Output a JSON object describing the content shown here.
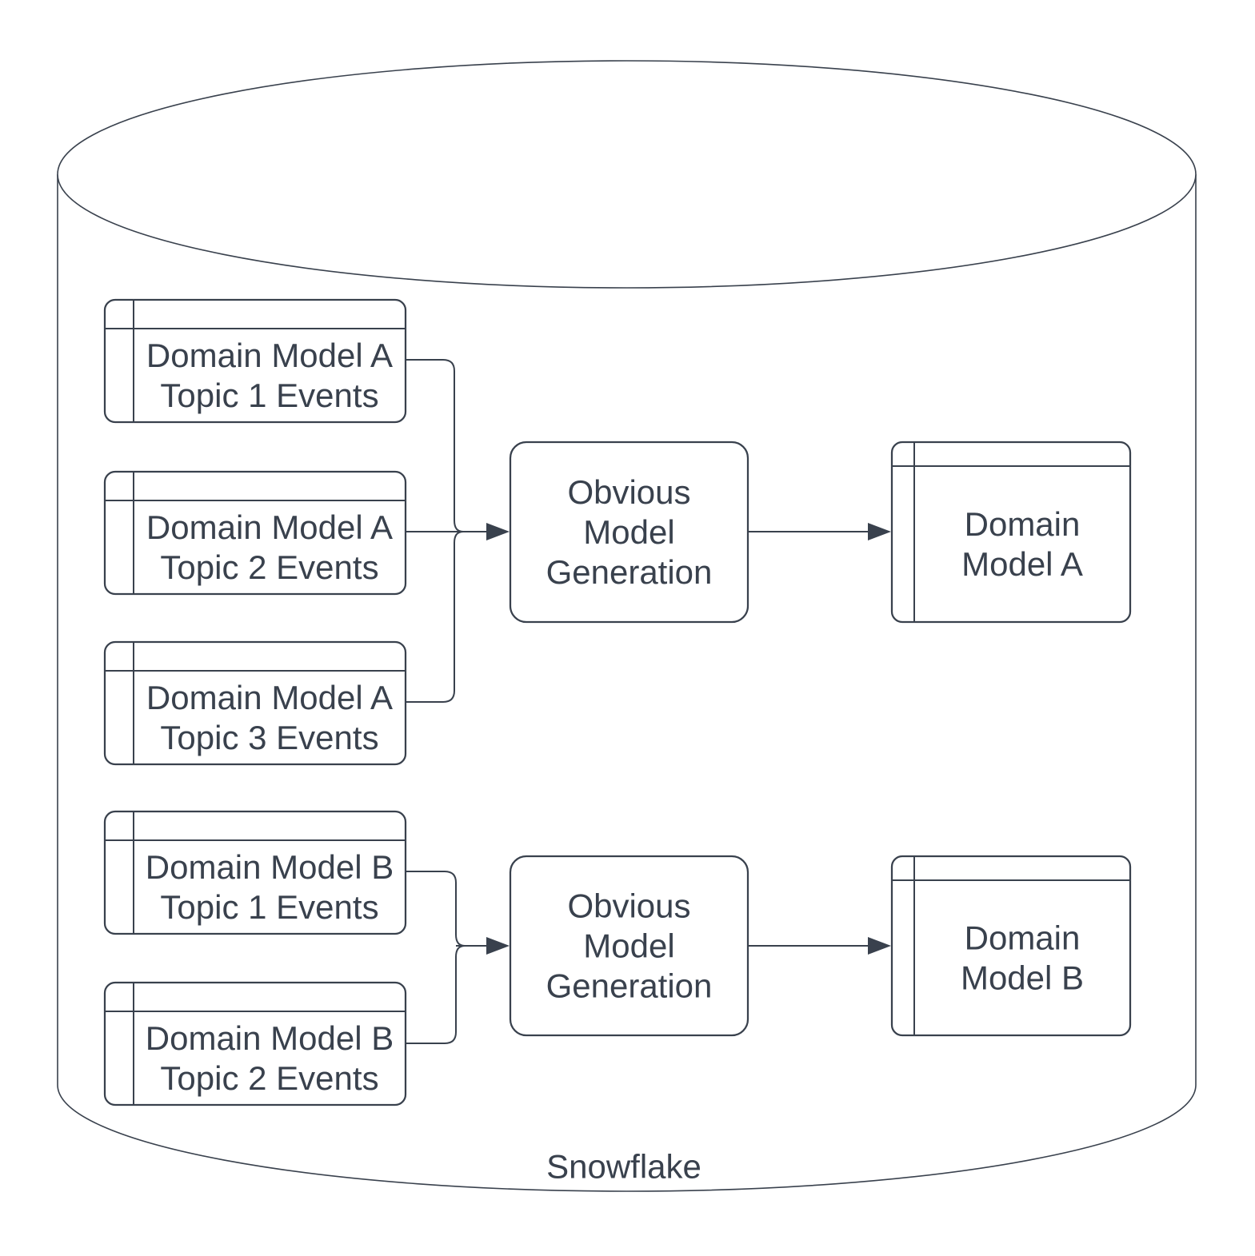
{
  "container": {
    "label": "Snowflake"
  },
  "nodes": {
    "topic_a1": {
      "line1": "Domain Model A",
      "line2": "Topic 1 Events"
    },
    "topic_a2": {
      "line1": "Domain Model A",
      "line2": "Topic 2 Events"
    },
    "topic_a3": {
      "line1": "Domain Model A",
      "line2": "Topic 3 Events"
    },
    "topic_b1": {
      "line1": "Domain Model B",
      "line2": "Topic 1 Events"
    },
    "topic_b2": {
      "line1": "Domain Model B",
      "line2": "Topic 2 Events"
    },
    "gen_a": {
      "line1": "Obvious",
      "line2": "Model",
      "line3": "Generation"
    },
    "gen_b": {
      "line1": "Obvious",
      "line2": "Model",
      "line3": "Generation"
    },
    "model_a": {
      "line1": "Domain",
      "line2": "Model A"
    },
    "model_b": {
      "line1": "Domain",
      "line2": "Model B"
    }
  },
  "colors": {
    "stroke": "#39414D",
    "text": "#39414D",
    "shape_fill": "#FFFFFF",
    "background": "#FFFFFF"
  }
}
